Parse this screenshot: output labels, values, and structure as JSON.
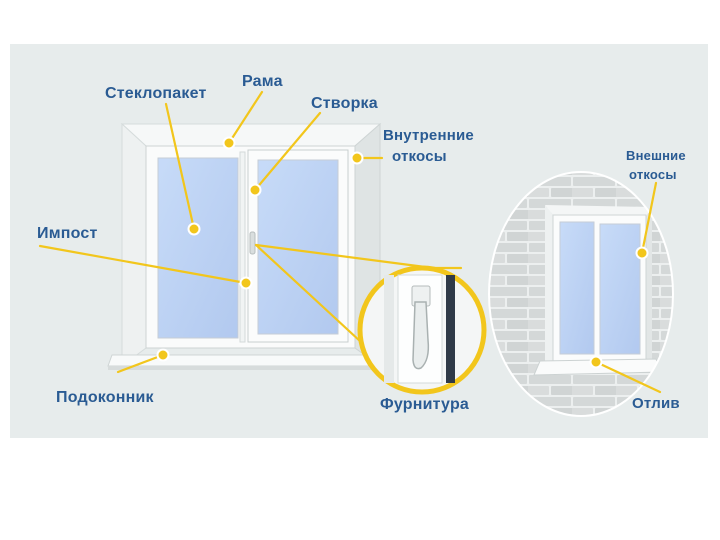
{
  "labels": {
    "glass_unit": "Стеклопакет",
    "frame": "Рама",
    "sash": "Створка",
    "inner_slopes_line1": "Внутренние",
    "inner_slopes_line2": "откосы",
    "mullion": "Импост",
    "windowsill": "Подоконник",
    "hardware": "Фурнитура",
    "outer_slopes_line1": "Внешние",
    "outer_slopes_line2": "откосы",
    "drip_sill": "Отлив"
  },
  "colors": {
    "accent": "#f2c61c",
    "label_text": "#2a5b93",
    "glass": "#bcd3f5",
    "panel_background": "#e7ecec",
    "brick": "#d6d9d9"
  }
}
